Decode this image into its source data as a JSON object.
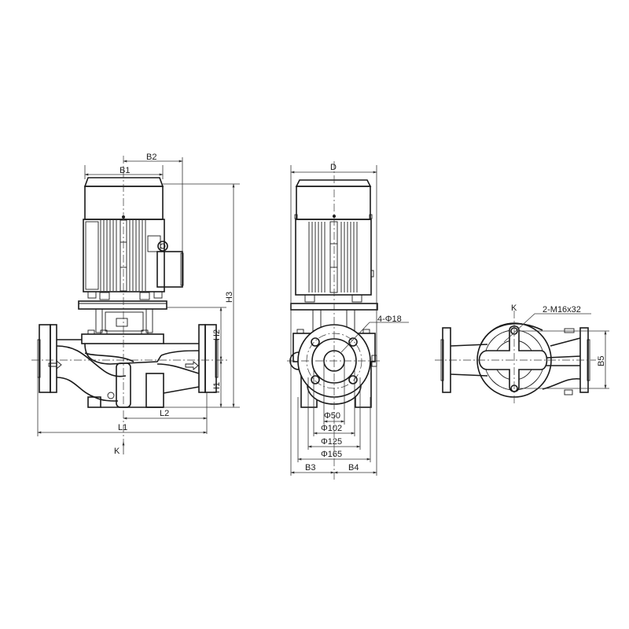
{
  "drawing": {
    "title": "Vertical inline pump dimension drawing",
    "line_color": "#1a1a1a",
    "background": "#ffffff"
  },
  "front_view": {
    "labels": {
      "b1": "B1",
      "b2": "B2",
      "h1": "H1",
      "h2": "H2",
      "h3": "H3",
      "l1": "L1",
      "l2": "L2",
      "k": "K"
    }
  },
  "side_view": {
    "labels": {
      "d": "D",
      "bolt_holes": "4-Φ18",
      "dia_50": "Φ50",
      "dia_102": "Φ102",
      "dia_125": "Φ125",
      "dia_165": "Φ165",
      "b3": "B3",
      "b4": "B4"
    }
  },
  "bottom_view": {
    "labels": {
      "k": "K",
      "foot_bolts": "2-M16x32",
      "b5": "B5"
    }
  }
}
